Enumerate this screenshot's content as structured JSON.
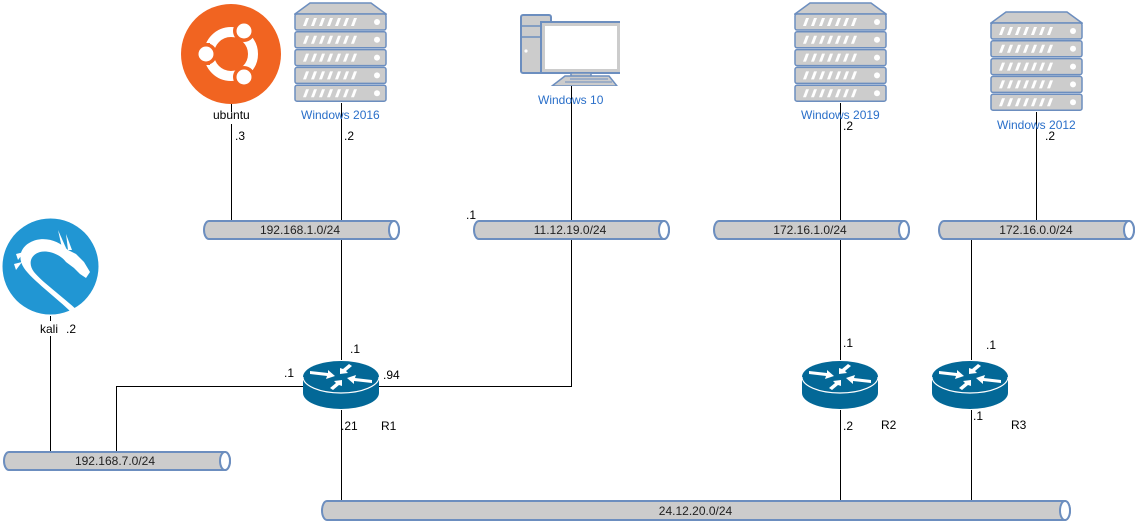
{
  "colors": {
    "wire": "#000000",
    "bus_fill": "#cccccc",
    "bus_stroke": "#6c8ebf",
    "server_fill": "#cccccc",
    "server_stroke": "#6c8ebf",
    "router": "#036897",
    "ubuntu": "#f16421",
    "kali": "#2196d3",
    "host_label": "#2a6fc9"
  },
  "hosts": {
    "ubuntu": {
      "label": "ubuntu",
      "ip": ".3",
      "icon": "ubuntu-logo-icon"
    },
    "win2016": {
      "label": "Windows 2016",
      "ip": ".2",
      "icon": "server-rack-icon"
    },
    "win10": {
      "label": "Windows 10",
      "ip": ".1",
      "icon": "desktop-pc-icon"
    },
    "win2019": {
      "label": "Windows 2019",
      "ip": ".2",
      "icon": "server-rack-icon"
    },
    "win2012": {
      "label": "Windows 2012",
      "ip": ".2",
      "icon": "server-rack-icon"
    },
    "kali": {
      "label": "kali",
      "ip": ".2",
      "icon": "kali-dragon-icon"
    }
  },
  "networks": {
    "net1": "192.168.1.0/24",
    "net2": "11.12.19.0/24",
    "net3": "172.16.1.0/24",
    "net4": "172.16.0.0/24",
    "net5": "192.168.7.0/24",
    "net6": "24.12.20.0/24"
  },
  "routers": {
    "r1": {
      "label": "R1",
      "if_top": ".1",
      "if_left": ".1",
      "if_right": ".94",
      "if_bottom": ".21"
    },
    "r2": {
      "label": "R2",
      "if_top": ".1",
      "if_bottom": ".2"
    },
    "r3": {
      "label": "R3",
      "if_top": ".1",
      "if_bottom": ".1"
    }
  }
}
